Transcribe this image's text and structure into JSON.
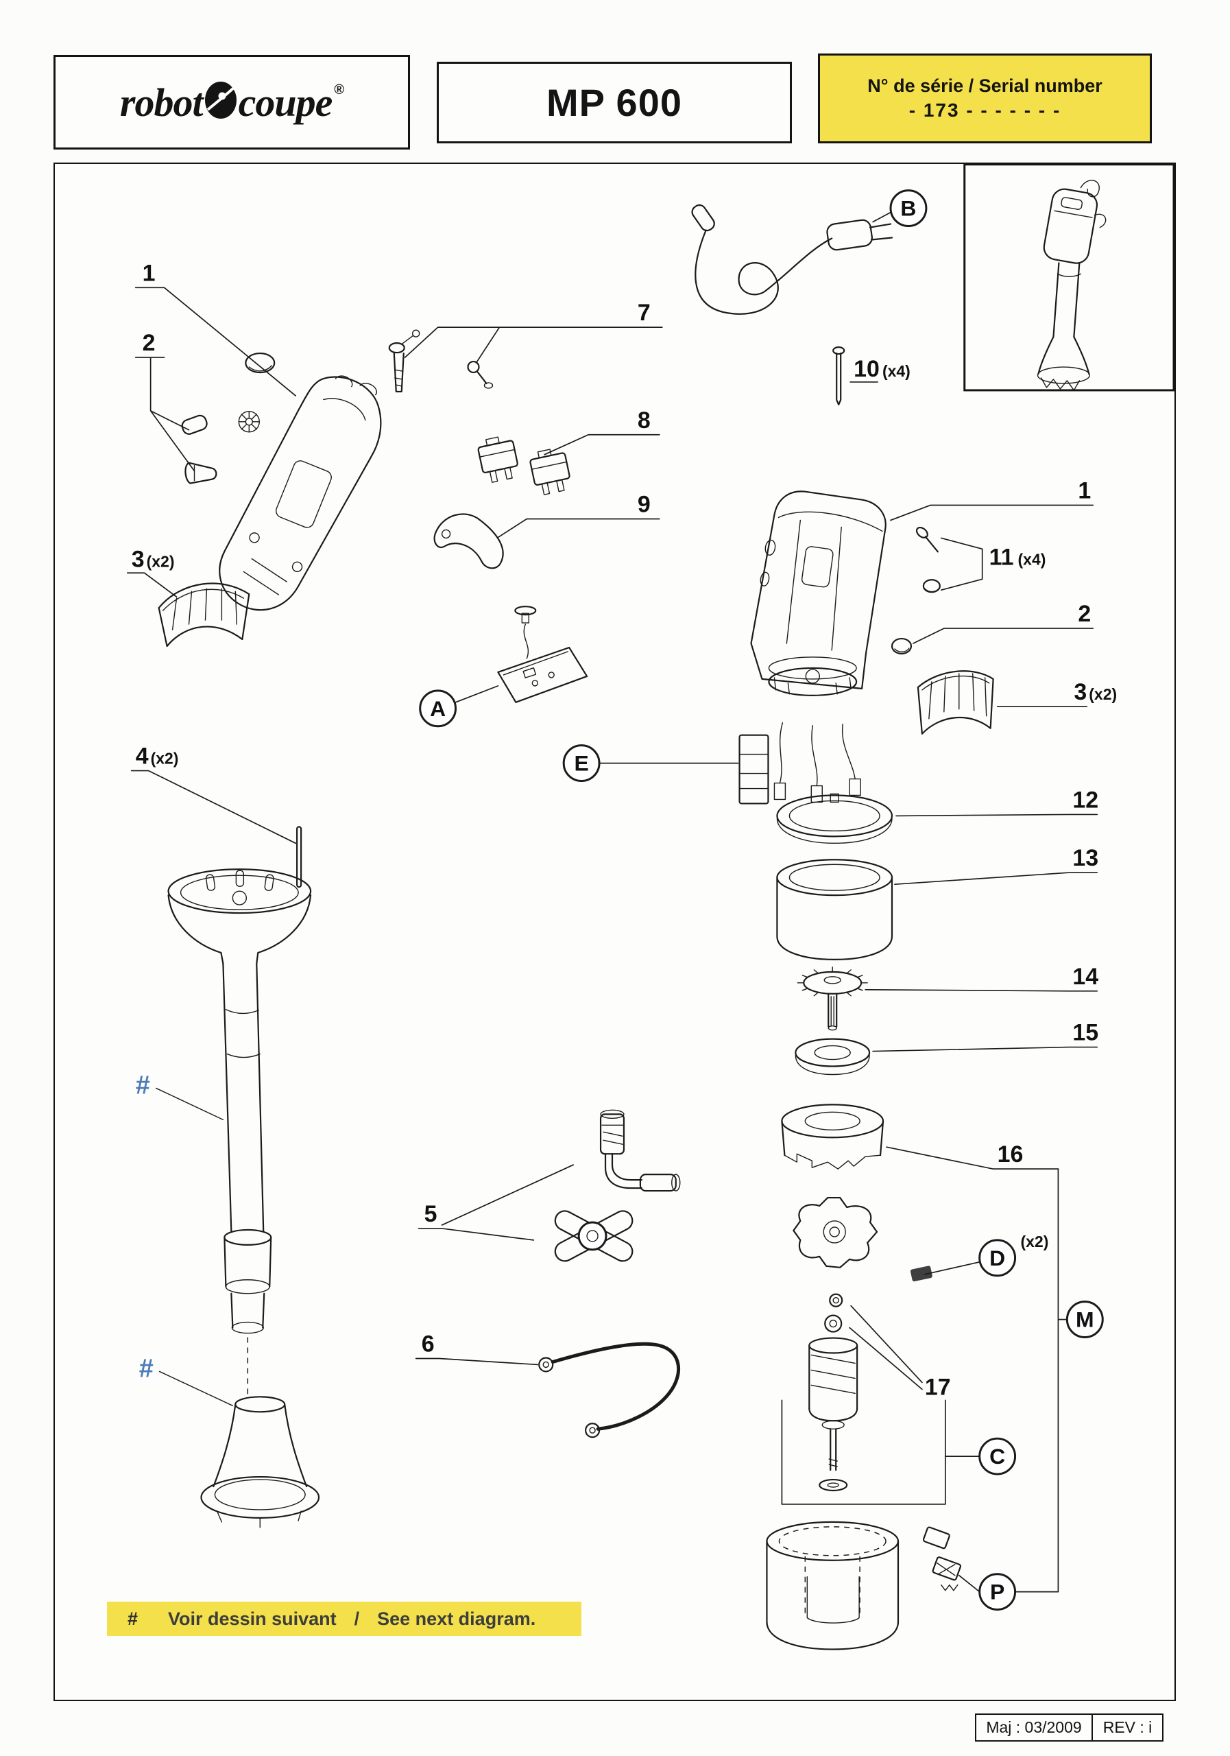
{
  "header": {
    "logo": {
      "word1": "robot",
      "word2": "coupe",
      "reg": "®"
    },
    "model": "MP 600",
    "serial": {
      "label": "N° de série / Serial number",
      "value": "- 173 - - - - -   - -"
    }
  },
  "callouts": {
    "hash": "#",
    "left": {
      "n1": "1",
      "n2": "2",
      "n3": "3",
      "n3_qty": "(x2)",
      "n4": "4",
      "n4_qty": "(x2)"
    },
    "middle": {
      "n5": "5",
      "n6": "6",
      "n7": "7",
      "n8": "8",
      "n9": "9"
    },
    "right": {
      "n10": "10",
      "n10_qty": "(x4)",
      "n1": "1",
      "n11": "11",
      "n11_qty": "(x4)",
      "n2": "2",
      "n3": "3",
      "n3_qty": "(x2)",
      "n12": "12",
      "n13": "13",
      "n14": "14",
      "n15": "15",
      "n16": "16",
      "n17": "17"
    },
    "letters": {
      "A": "A",
      "B": "B",
      "C": "C",
      "D": "D",
      "D_qty": "(x2)",
      "E": "E",
      "M": "M",
      "P": "P"
    }
  },
  "note": {
    "hash": "#",
    "fr": "Voir dessin suivant",
    "sep": "/",
    "en": "See next diagram."
  },
  "footer": {
    "maj": "Maj : 03/2009",
    "rev": "REV : i"
  },
  "colors": {
    "accent_yellow": "#f3e04b",
    "hash_blue": "#4a7db8",
    "line": "#1b1b1b"
  }
}
